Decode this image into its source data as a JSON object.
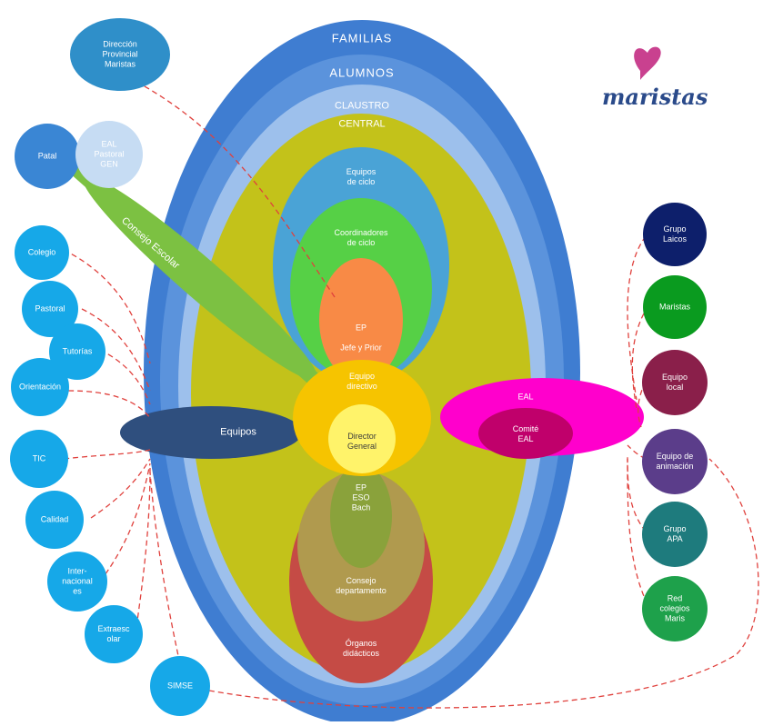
{
  "logo": {
    "text": "maristas",
    "subtitle": ""
  },
  "rings": {
    "familias": "FAMILIAS",
    "ring2": "ALUMNOS",
    "ring3": "CLAUSTRO",
    "ring4": "CENTRAL"
  },
  "inner": {
    "top1": "Equipos\nde ciclo",
    "top2": "Coordinadores\nde ciclo",
    "top3": "EP\n\nJefe y Prior",
    "center": "Equipo\ndirectivo",
    "center_inner": "Director\nGeneral",
    "bottom1": "EP\nESO\nBach",
    "bottom2": "Consejo\ndepartamento",
    "bottom3": "Órganos\ndidácticos"
  },
  "petals": {
    "left": "Equipos",
    "right": "EAL",
    "right_inner": "Comité\nEAL",
    "diagonal": "Consejo Escolar"
  },
  "left_nodes": {
    "top_oval": "Dirección\nProvincial\nMaristas",
    "pair_left": "Patal",
    "pair_right": "EAL\nPastoral\nGEN",
    "items": [
      "Colegio",
      "Pastoral",
      "Tutorías",
      "Orientación",
      "TIC",
      "Calidad",
      "Inter-\nnacional\nes",
      "Extraesc\nolar",
      "SIMSE"
    ]
  },
  "right_nodes": {
    "items": [
      "Grupo\nLaicos",
      "Maristas",
      "Equipo\nlocal",
      "Equipo de\nanimación",
      "Grupo\nAPA",
      "Red\ncolegios\nMaris"
    ]
  },
  "colors": {
    "ring_outer": "#3f7dd1",
    "ring2": "#5b93dc",
    "ring3": "#9dc0ec",
    "core": "#c3c21a",
    "center": "#f6c400",
    "pink": "#ff00cc",
    "navy": "#2f4f7e",
    "green_diag": "#7cc142",
    "bubble": "#16a8e8",
    "connector": "#e0413d"
  }
}
